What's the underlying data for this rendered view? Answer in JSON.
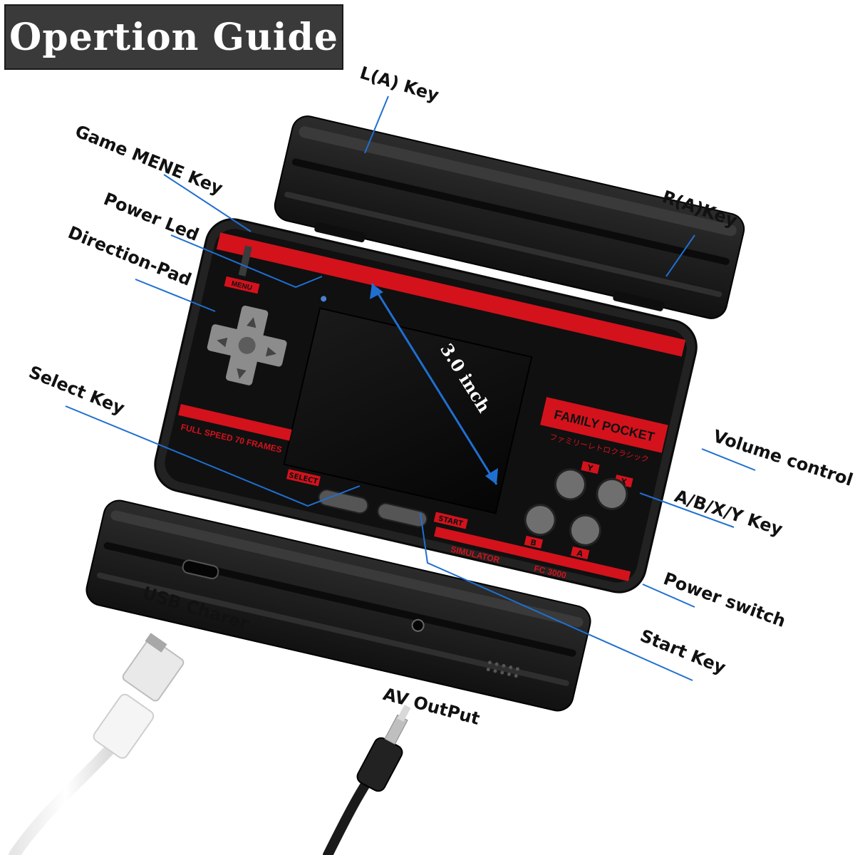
{
  "title": "Opertion Guide",
  "labels": {
    "l_key": "L(A) Key",
    "r_key": "R(A)Key",
    "game_menu_key": "Game MENE Key",
    "power_led": "Power Led",
    "direction_pad": "Direction-Pad",
    "select_key": "Select Key",
    "volume_control": "Volume control",
    "abxy_key": "A/B/X/Y  Key",
    "power_switch": "Power switch",
    "start_key": "Start Key",
    "usb_charger": "USB Charer",
    "av_output": "AV  OutPut",
    "screen_size": "3.0 inch"
  },
  "device": {
    "menu_label": "MENU",
    "brand": "FAMILY POCKET",
    "brand_jp": "ファミリーレトロクラシック",
    "full_speed": "FULL SPEED 70 FRAMES",
    "select_label": "SELECT",
    "start_label": "START",
    "simulator": "SIMULATOR",
    "model": "FC 3000",
    "btn_y": "Y",
    "btn_x": "X",
    "btn_b": "B",
    "btn_a": "A"
  },
  "colors": {
    "accent_red": "#d3121c",
    "leader_blue": "#1f6fd1",
    "body_black": "#1b1b1b",
    "title_bg": "#3a3a3a"
  }
}
